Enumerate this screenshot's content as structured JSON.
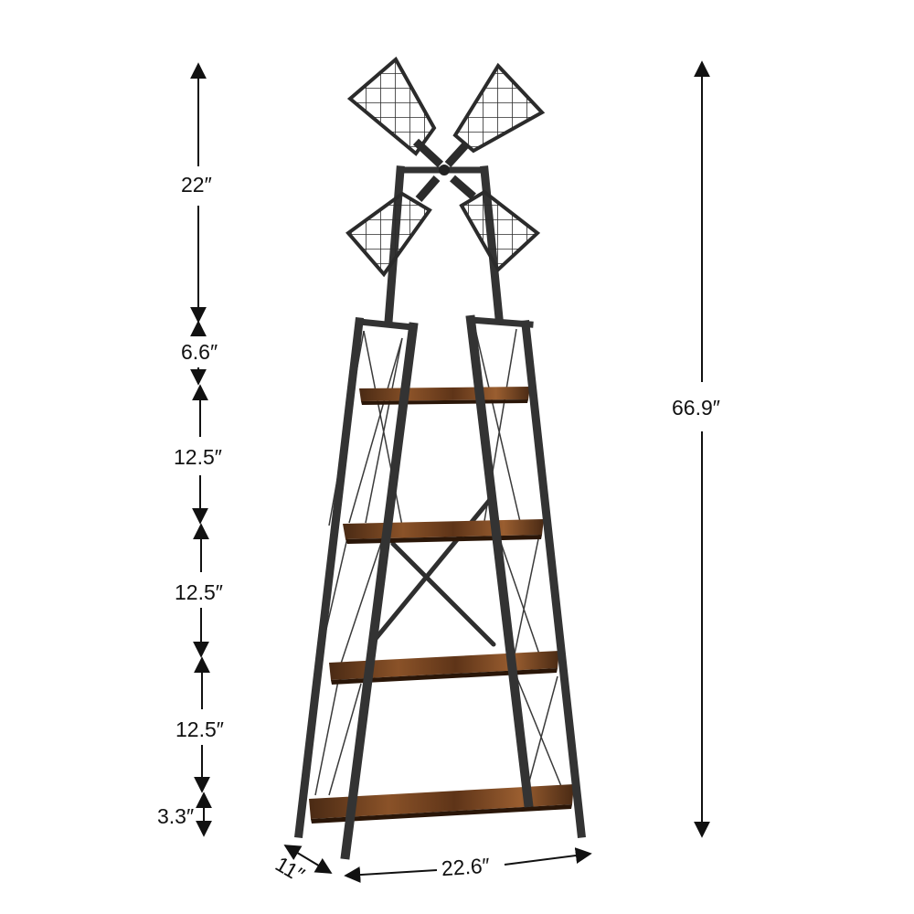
{
  "product_image": {
    "colors": {
      "frame": "#333333",
      "frame_edge": "#1f1f1f",
      "wood_dark": "#4a2a14",
      "wood_mid": "#7a4520",
      "wood_light": "#9a5e30",
      "dimension_lines": "#111111"
    },
    "dimensions": {
      "windmill_height": "22″",
      "gap_top": "6.6″",
      "shelf_spacing_1": "12.5″",
      "shelf_spacing_2": "12.5″",
      "shelf_spacing_3": "12.5″",
      "bottom_clearance": "3.3″",
      "total_height": "66.9″",
      "width": "22.6″",
      "depth": "11″"
    }
  }
}
